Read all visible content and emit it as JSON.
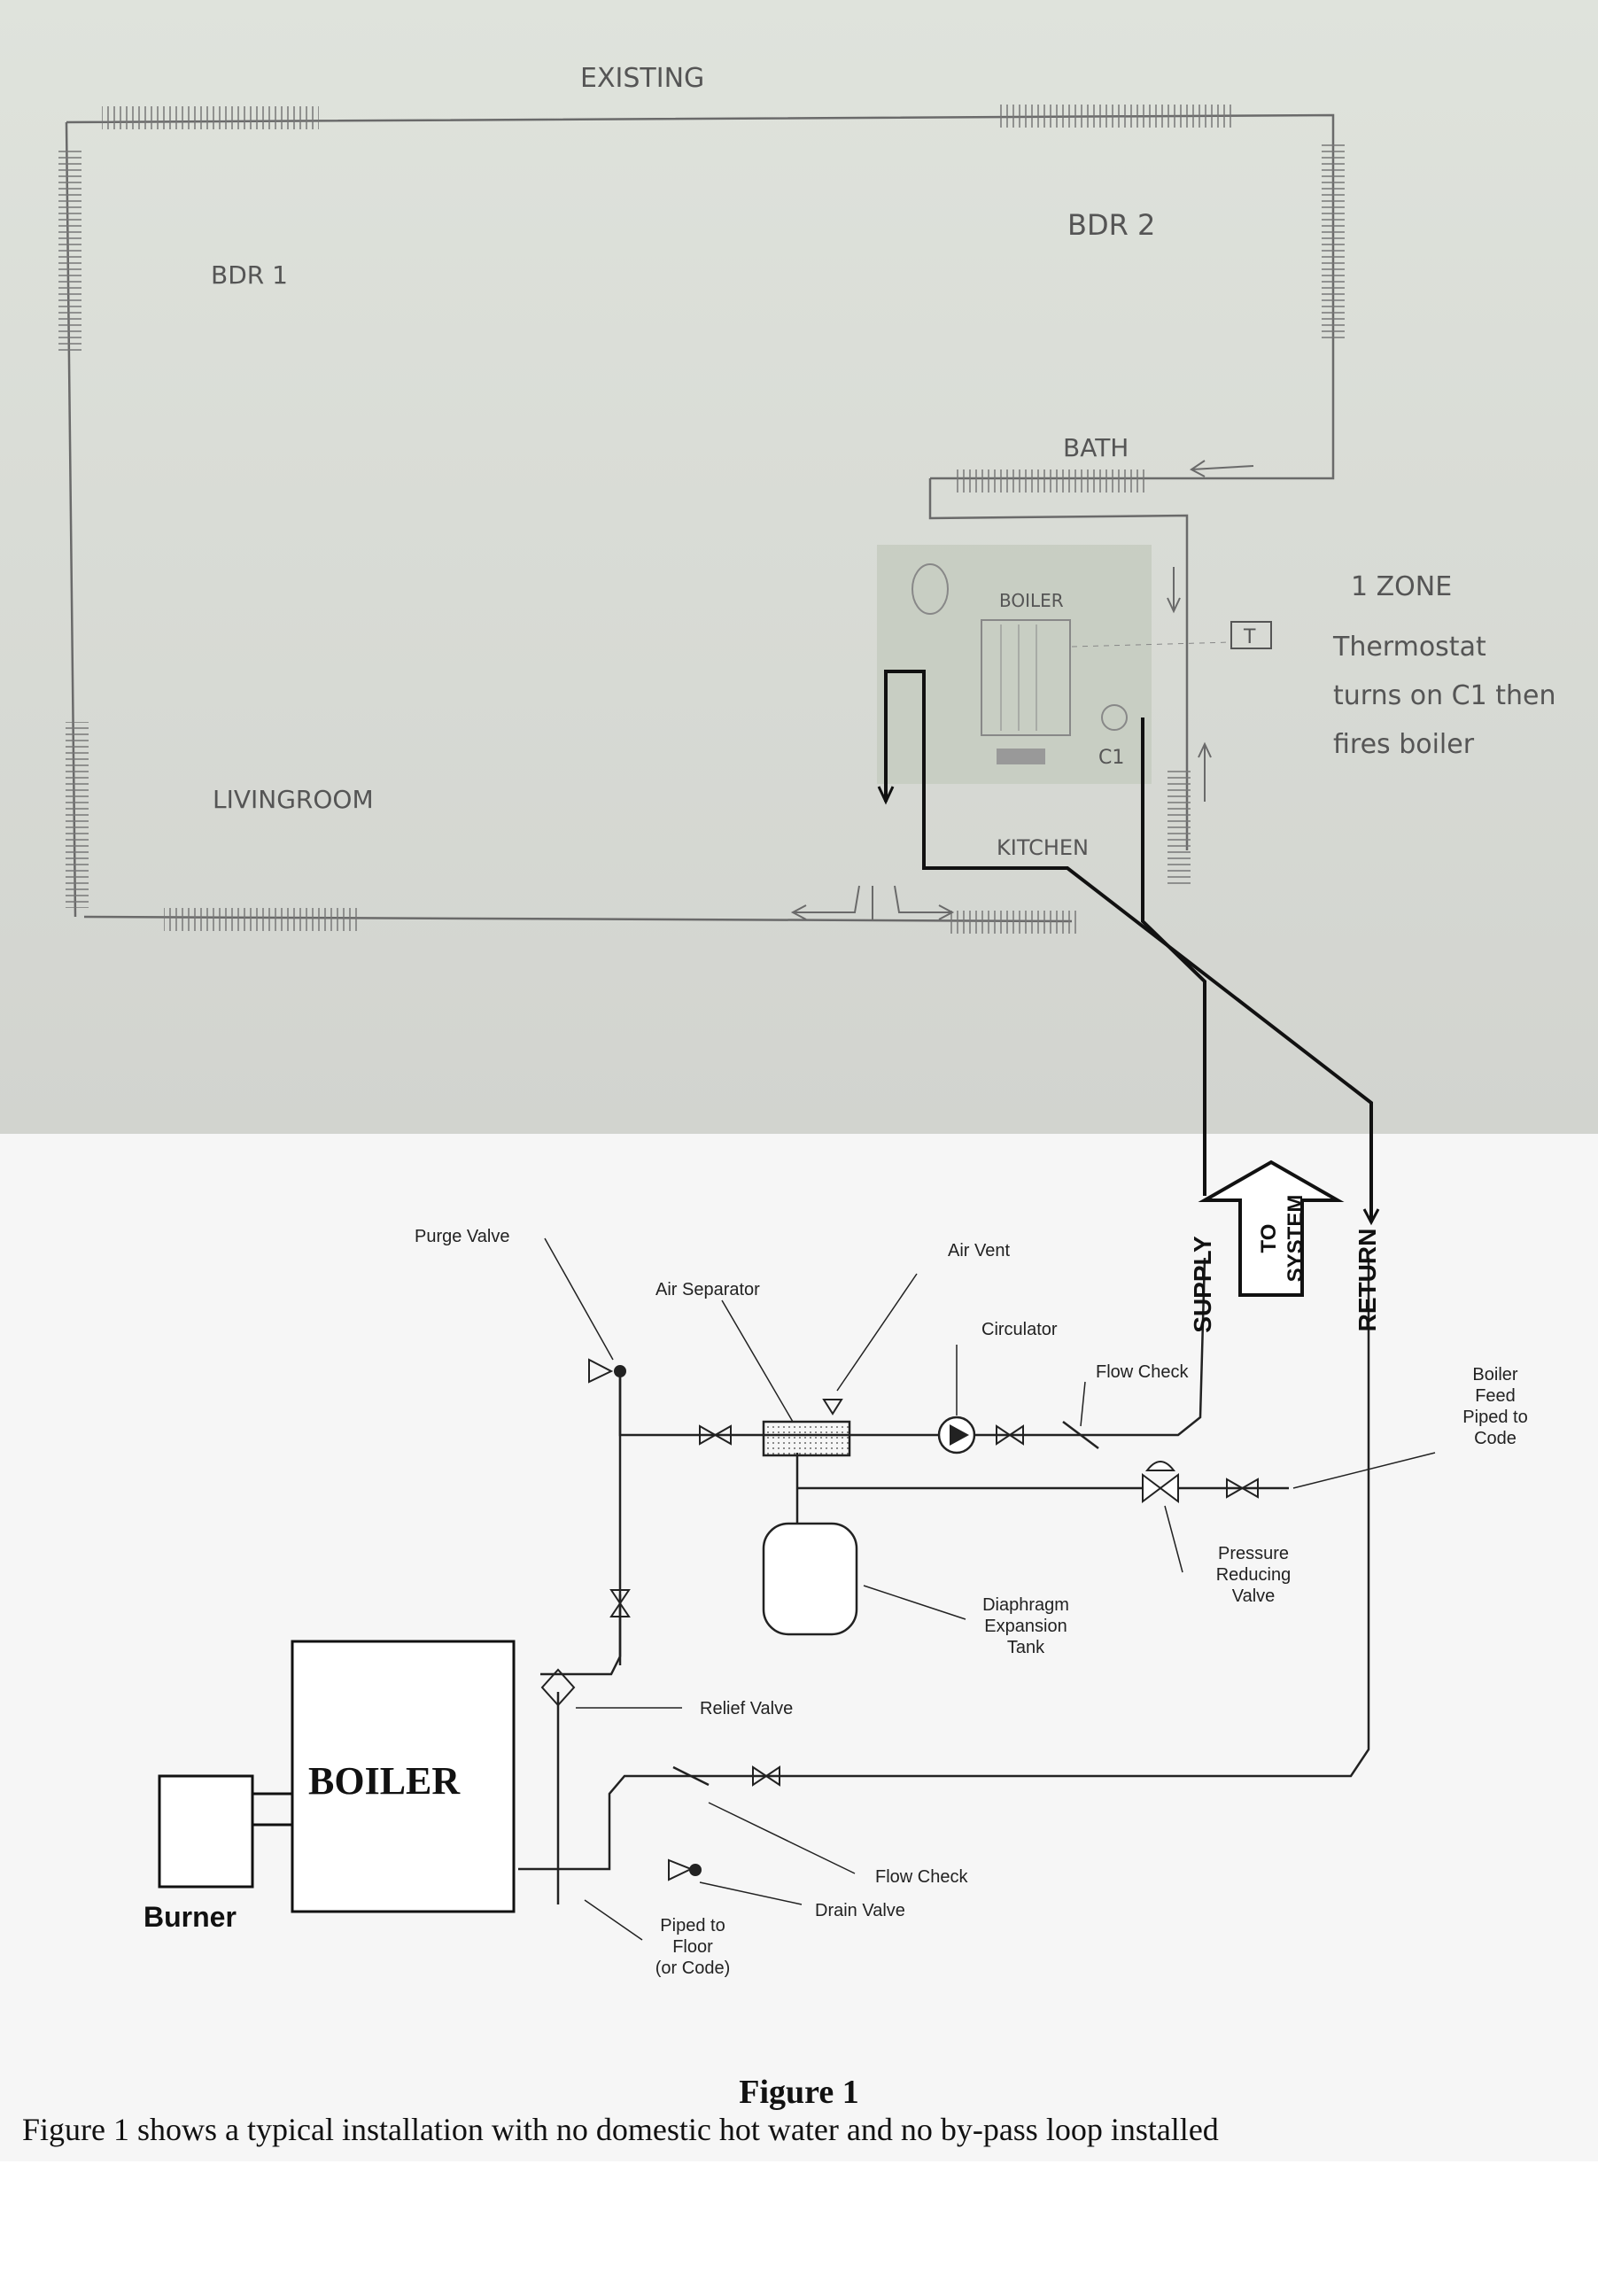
{
  "sketch": {
    "title": "EXISTING",
    "rooms": {
      "bdr1": "BDR 1",
      "bdr2": "BDR 2",
      "bath": "BATH",
      "livingroom": "LIVINGROOM",
      "kitchen": "KITCHEN",
      "boiler": "BOILER"
    },
    "circulator_label": "C1",
    "thermostat_label": "T",
    "zone_note": {
      "line1": "1 ZONE",
      "line2": "Thermostat",
      "line3": "turns on C1 then",
      "line4": "fires boiler"
    }
  },
  "diagram": {
    "labels": {
      "purge_valve": "Purge Valve",
      "air_separator": "Air Separator",
      "air_vent": "Air Vent",
      "circulator": "Circulator",
      "flow_check_top": "Flow Check",
      "boiler_feed": [
        "Boiler",
        "Feed",
        "Piped to",
        "Code"
      ],
      "pressure_reducing": [
        "Pressure",
        "Reducing",
        "Valve"
      ],
      "diaphragm": [
        "Diaphragm",
        "Expansion",
        "Tank"
      ],
      "relief_valve": "Relief Valve",
      "flow_check_bottom": "Flow Check",
      "drain_valve": "Drain Valve",
      "piped_to_floor": [
        "Piped to",
        "Floor",
        "(or Code)"
      ],
      "boiler": "BOILER",
      "burner": "Burner",
      "supply": "SUPPLY",
      "return": "RETURN",
      "to_system": [
        "TO",
        "SYSTEM"
      ]
    },
    "figure_title": "Figure 1",
    "figure_caption": "Figure 1 shows a typical installation with no domestic hot water and no by-pass loop installed"
  },
  "colors": {
    "pencil": "#6a6a6a",
    "ink": "#111111",
    "overlay": "#c6cbbf"
  }
}
